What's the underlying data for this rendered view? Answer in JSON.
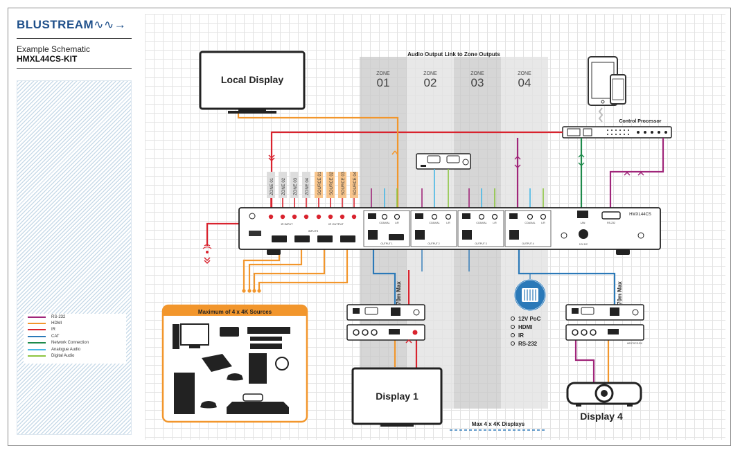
{
  "brand": {
    "name": "BLUSTREAM",
    "accent": "#1e4f8a"
  },
  "sidebar": {
    "subtitle": "Example Schematic",
    "model": "HMXL44CS-KIT"
  },
  "legend": [
    {
      "label": "RS-232",
      "color": "#a0267a"
    },
    {
      "label": "HDMI",
      "color": "#f2962c"
    },
    {
      "label": "IR",
      "color": "#d9232e"
    },
    {
      "label": "CAT",
      "color": "#2b79b8"
    },
    {
      "label": "Network Connection",
      "color": "#1e8a4b"
    },
    {
      "label": "Analogue Audio",
      "color": "#46b7e6"
    },
    {
      "label": "Digital Audio",
      "color": "#8cc43f"
    }
  ],
  "diagram": {
    "audio_link_title": "Audio Output Link to Zone Outputs",
    "zones": [
      {
        "label": "ZONE",
        "num": "01"
      },
      {
        "label": "ZONE",
        "num": "02"
      },
      {
        "label": "ZONE",
        "num": "03"
      },
      {
        "label": "ZONE",
        "num": "04"
      }
    ],
    "local_display": "Local Display",
    "control_processor": "Control Processor",
    "matrix_model": "HMXL44CS",
    "zone_ir_tags": [
      "ZONE 01",
      "ZONE 02",
      "ZONE 03",
      "ZONE 04"
    ],
    "source_ir_tags": [
      "SOURCE 01",
      "SOURCE 02",
      "SOURCE 03",
      "SOURCE 04"
    ],
    "sources_title": "Maximum of 4 x 4K Sources",
    "distance_1": "70m Max",
    "distance_4": "70m Max",
    "display_1": "Display 1",
    "display_4": "Display 4",
    "max_displays": "Max 4 x 4K Displays",
    "features": [
      "12V PoC",
      "HDMI",
      "IR",
      "RS-232"
    ],
    "rx_model": "HEX70CS-RX",
    "mx_in_label": "INPUTS",
    "mx_ir_in": "IR INPUT",
    "mx_ir_out": "IR OUTPUT",
    "mx_out_labels": [
      "OUTPUT 1",
      "OUTPUT 2",
      "OUTPUT 3",
      "OUTPUT 4"
    ],
    "mx_rs232": "RS-232",
    "mx_lan": "LAN",
    "mx_power": "12V DC",
    "mx_coax": "COAXIAL",
    "mx_lr": "L/R"
  }
}
